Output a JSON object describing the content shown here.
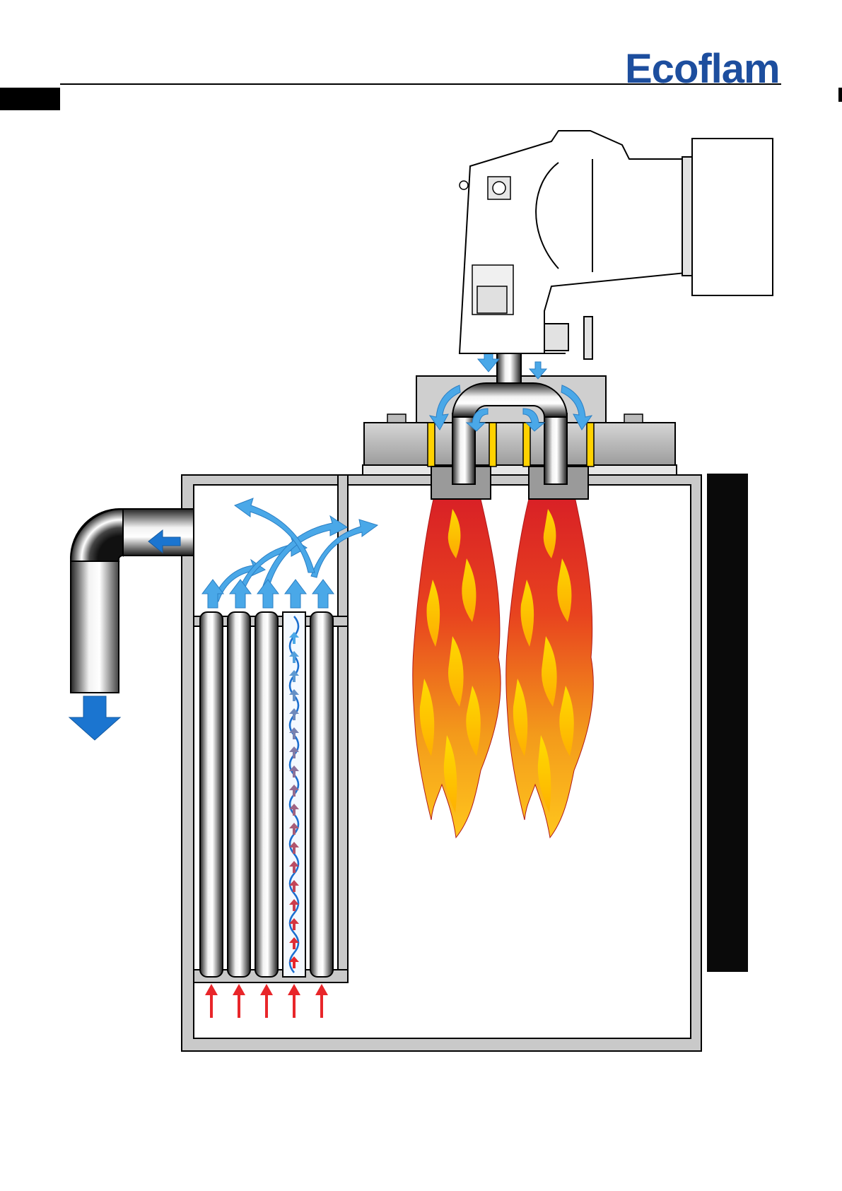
{
  "brand": {
    "name": "Ecoflam",
    "color": "#1d4e9e"
  },
  "colors": {
    "air_flow": "#4aa8e8",
    "exhaust_arrow": "#1b75d0",
    "inlet_arrow": "#e8262a",
    "flame_outer": "#e02a20",
    "flame_mid": "#f28c1c",
    "flame_core": "#ffd51a",
    "gasket": "#ffd200"
  },
  "icons": {
    "logo": "ecoflam-wordmark",
    "air": "blue-airflow-arrow",
    "heat": "red-heat-arrow",
    "flame": "flame-icon"
  }
}
